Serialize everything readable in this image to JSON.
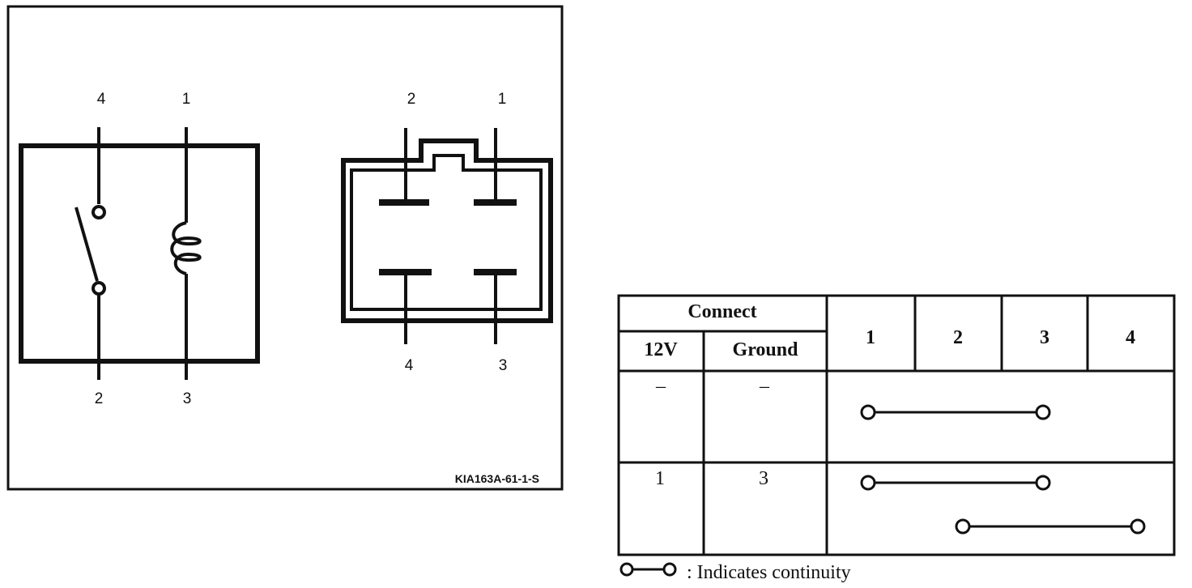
{
  "relay_panel": {
    "schematic": {
      "pin_top_left": "4",
      "pin_top_right": "1",
      "pin_bottom_left": "2",
      "pin_bottom_right": "3"
    },
    "connector": {
      "pin_top_left": "2",
      "pin_top_right": "1",
      "pin_bottom_left": "4",
      "pin_bottom_right": "3"
    },
    "part_code": "KIA163A-61-1-S"
  },
  "continuity_table": {
    "header": {
      "connect": "Connect",
      "col_12v": "12V",
      "col_ground": "Ground",
      "terminals": [
        "1",
        "2",
        "3",
        "4"
      ]
    },
    "rows": [
      {
        "v12": "–",
        "ground": "–",
        "continuity": [
          [
            "1",
            "3"
          ]
        ]
      },
      {
        "v12": "1",
        "ground": "3",
        "continuity": [
          [
            "1",
            "3"
          ],
          [
            "2",
            "4"
          ]
        ]
      }
    ]
  },
  "legend": {
    "text": ": Indicates continuity"
  },
  "colors": {
    "line": "#111111",
    "background": "#ffffff"
  }
}
